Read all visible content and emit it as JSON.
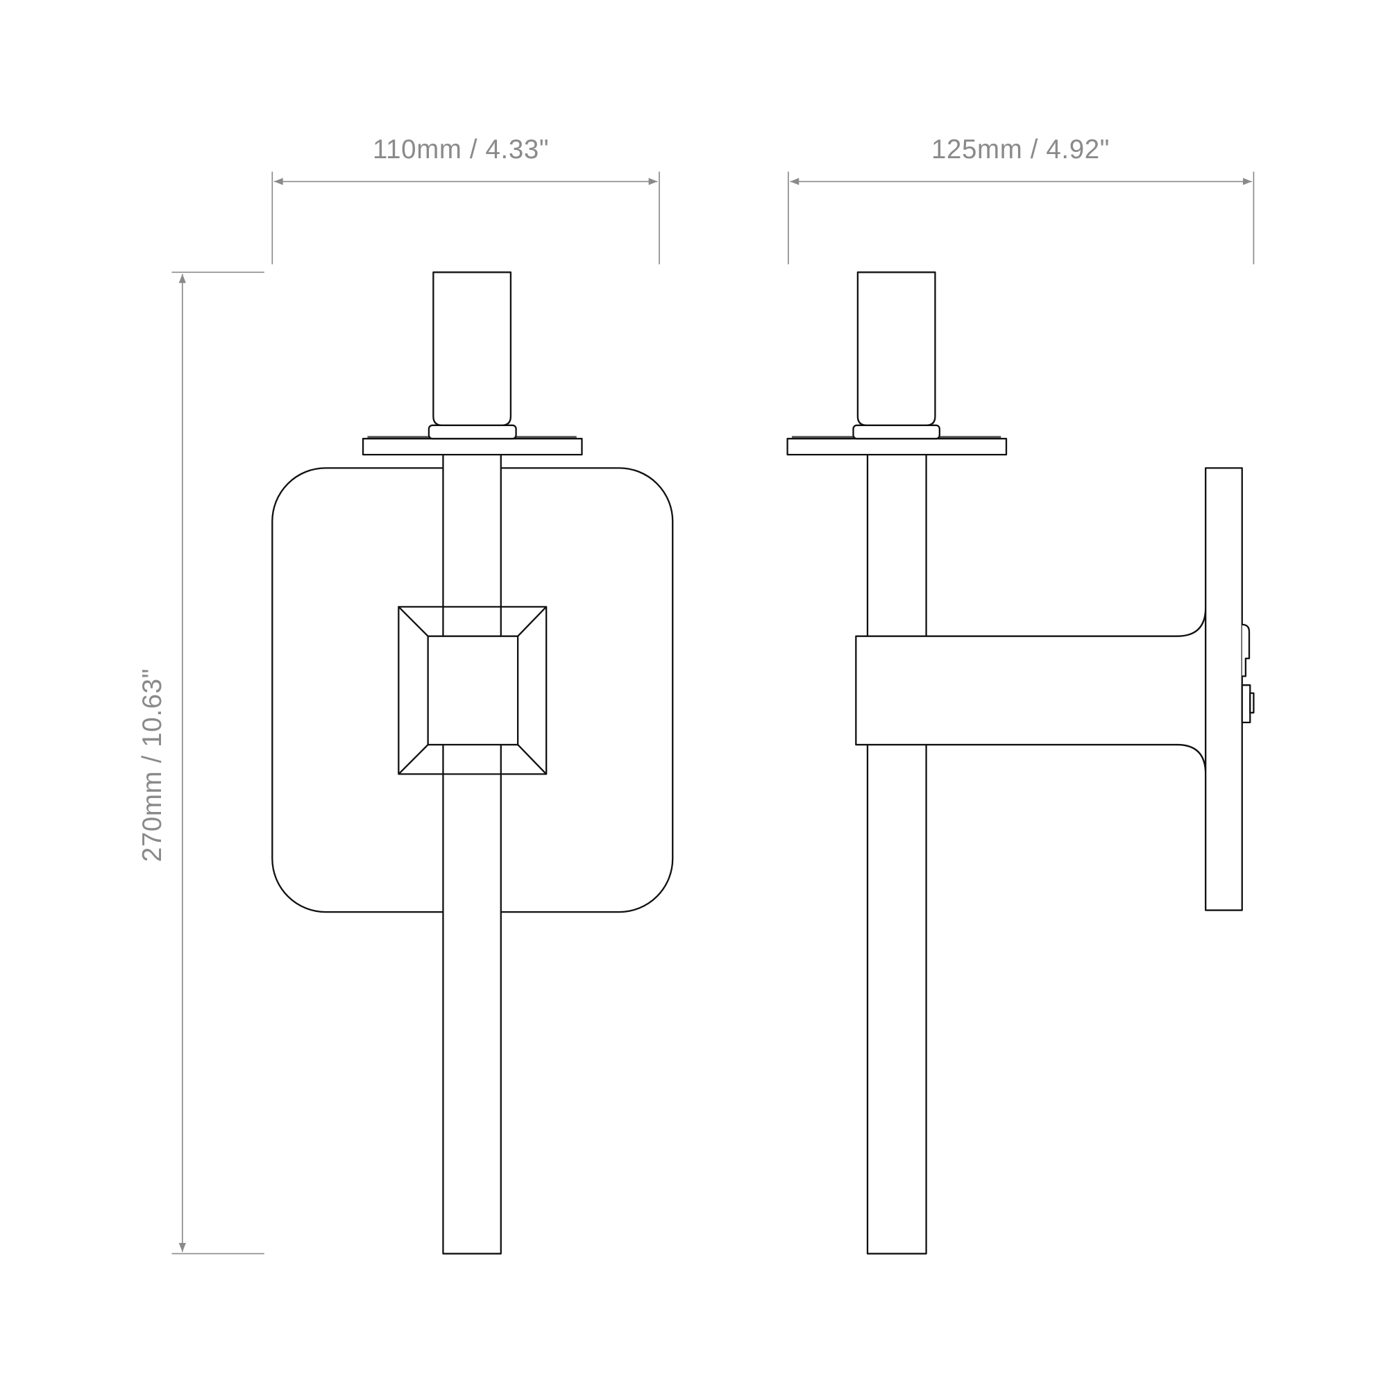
{
  "dimensions": {
    "front_width": "110mm / 4.33\"",
    "side_depth": "125mm / 4.92\"",
    "height": "270mm / 10.63\""
  }
}
